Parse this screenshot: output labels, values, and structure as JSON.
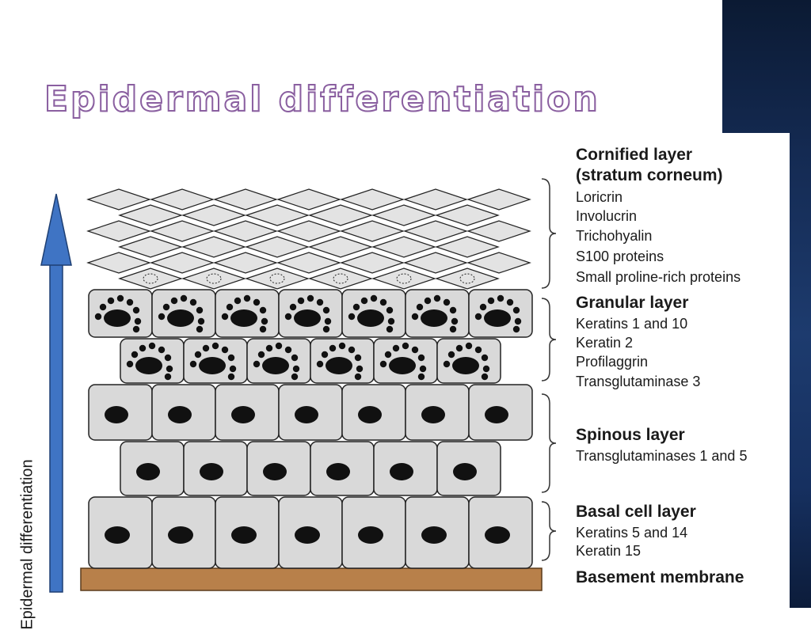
{
  "title": "Epidermal differentiation",
  "diagram": {
    "axis_label": "Epidermal differentiation",
    "layers": [
      {
        "name": "Cornified layer",
        "subtitle": "(stratum corneum)",
        "items": [
          "Loricrin",
          "Involucrin",
          "Trichohyalin",
          "S100 proteins",
          "Small proline-rich proteins"
        ]
      },
      {
        "name": "Granular layer",
        "items": [
          "Keratins 1 and 10",
          "Keratin 2",
          "Profilaggrin",
          "Transglutaminase 3"
        ]
      },
      {
        "name": "Spinous layer",
        "items": [
          "Transglutaminases 1 and 5"
        ]
      },
      {
        "name": "Basal cell layer",
        "items": [
          "Keratins 5 and 14",
          "Keratin 15"
        ]
      }
    ],
    "basement": "Basement membrane"
  },
  "colors": {
    "cell_fill": "#d9d9d9",
    "cell_stroke": "#222222",
    "nucleus": "#111111",
    "arrow": "#3f74c4",
    "membrane": "#b8804a",
    "title_fill": "#ffffff",
    "title_outline": "#8a5fa0"
  }
}
